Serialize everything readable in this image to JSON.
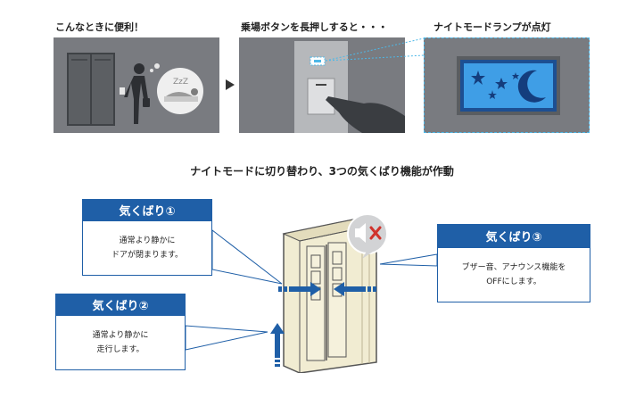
{
  "top": {
    "caption1": "こんなときに便利！",
    "caption2": "乗場ボタンを長押しすると・・・",
    "caption3": "ナイトモードランプが点灯",
    "sleep_text": "ZzZ"
  },
  "middle": {
    "title": "ナイトモードに切り替わり、3つの気くばり機能が作動"
  },
  "callouts": [
    {
      "title": "気くばり①",
      "line1": "通常より静かに",
      "line2": "ドアが閉まります。"
    },
    {
      "title": "気くばり②",
      "line1": "通常より静かに",
      "line2": "走行します。"
    },
    {
      "title": "気くばり③",
      "line1": "ブザー音、アナウンス機能を",
      "line2": "OFFにします。"
    }
  ],
  "colors": {
    "accent_blue": "#1f5fa7",
    "panel_gray": "#797b80",
    "door_cream": "#f1ecd2",
    "mute_red": "#d0322b"
  }
}
